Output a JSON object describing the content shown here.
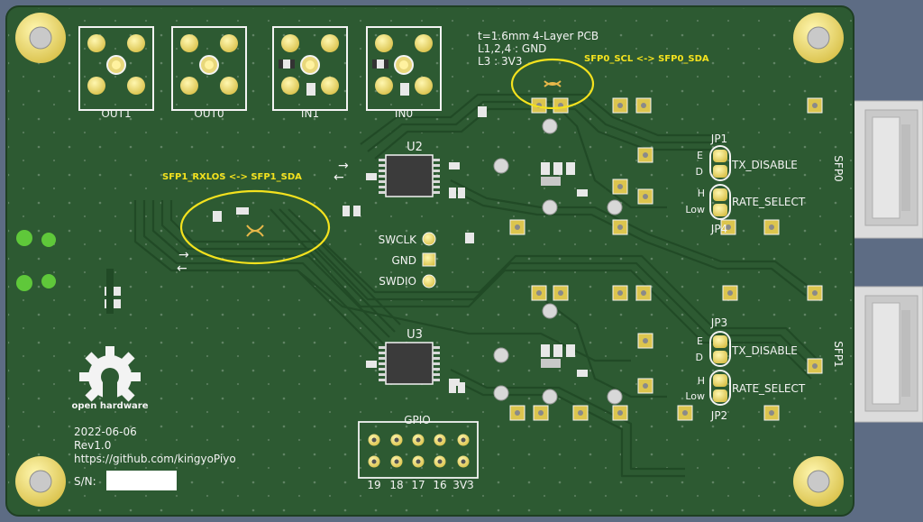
{
  "board": {
    "stackup_title": "t=1.6mm 4-Layer PCB",
    "stackup_gnd": "L1,2,4 : GND",
    "stackup_3v3": "L3 : 3V3",
    "date": "2022-06-06",
    "revision": "Rev1.0",
    "url": "https://github.com/kingyoPiyo",
    "serial_label": "S/N:",
    "logo_text": "open hardware"
  },
  "connectors": {
    "sma": [
      "OUT1",
      "OUT0",
      "IN1",
      "IN0"
    ],
    "swd": [
      "SWCLK",
      "GND",
      "SWDIO"
    ],
    "gpio_title": "GPIO",
    "gpio_pins": [
      "19",
      "18",
      "17",
      "16",
      "3V3"
    ],
    "sfp": [
      "SFP0",
      "SFP1"
    ]
  },
  "chips": {
    "u2": "U2",
    "u3": "U3"
  },
  "jumpers": {
    "jp1": "JP1",
    "jp2": "JP2",
    "jp3": "JP3",
    "jp4": "JP4",
    "e": "E",
    "d": "D",
    "h": "H",
    "low": "Low",
    "tx_disable": "TX_DISABLE",
    "rate_select": "RATE_SELECT"
  },
  "annotations": {
    "swap_top": "SFP0_SCL <-> SFP0_SDA",
    "swap_left": "SFP1_RXLOS <-> SFP1_SDA"
  },
  "arrows": {
    "right": "→",
    "left": "←"
  },
  "colors": {
    "background": "#5d6c84",
    "pcb": "#2d5a32",
    "silkscreen": "#f3f3f3",
    "pad_gold": "#dcc54e",
    "annotation": "#f4e21e"
  }
}
